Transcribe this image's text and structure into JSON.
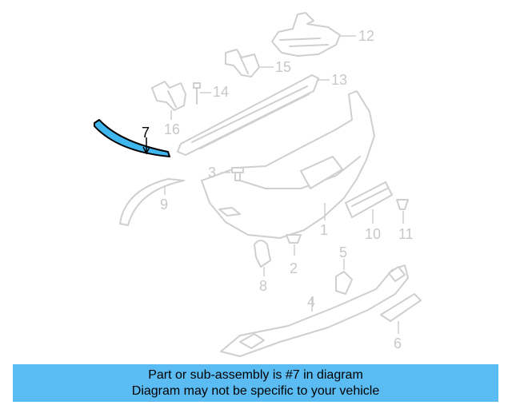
{
  "diagram": {
    "highlighted_part": "7",
    "callouts": {
      "c1": "1",
      "c2": "2",
      "c3": "3",
      "c4": "4",
      "c5": "5",
      "c6": "6",
      "c7": "7",
      "c8": "8",
      "c9": "9",
      "c10": "10",
      "c11": "11",
      "c12": "12",
      "c13": "13",
      "c14": "14",
      "c15": "15",
      "c16": "16"
    }
  },
  "caption": {
    "line1": "Part or sub-assembly is #7 in diagram",
    "line2": "Diagram may not be specific to your vehicle"
  },
  "colors": {
    "highlight": "#3fb6ee",
    "caption_bg": "#5bbcf4",
    "line_art": "#cfcfcf"
  }
}
